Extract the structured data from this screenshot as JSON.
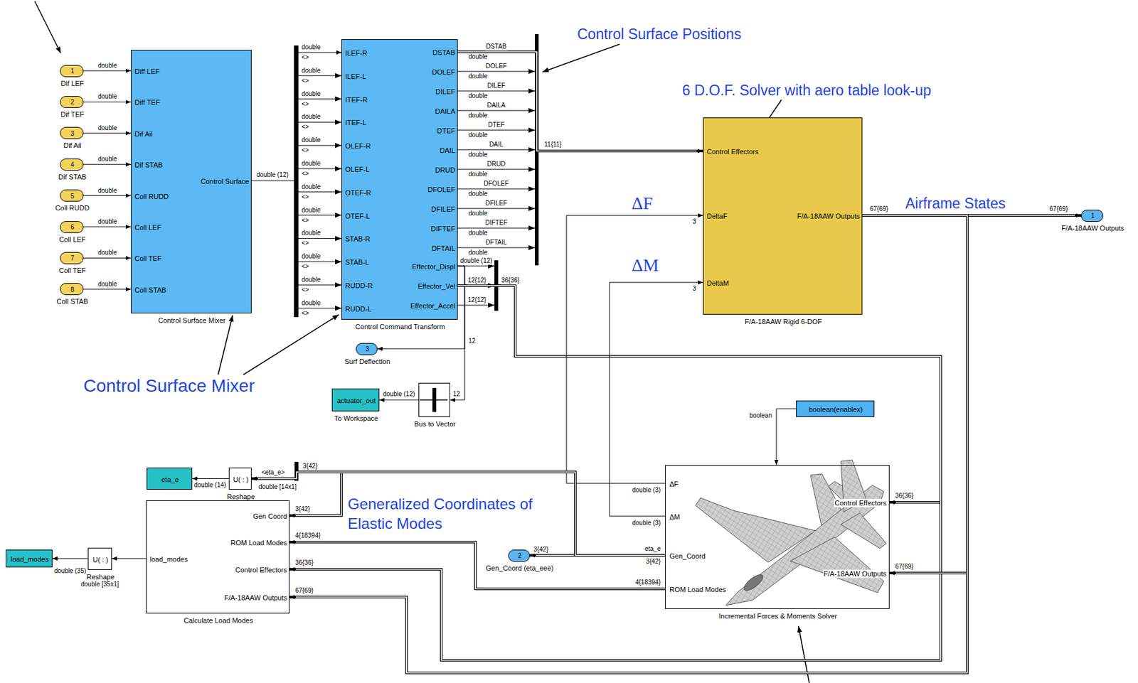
{
  "diagram": {
    "nodes": [
      {
        "text": [
          "1",
          "Dif LEF"
        ]
      },
      {
        "text": [
          "2",
          "Dif TEF"
        ]
      },
      {
        "text": [
          "3",
          "Dif Ail"
        ]
      },
      {
        "text": [
          "4",
          "Dif STAB"
        ]
      },
      {
        "text": [
          "5",
          "Coll RUDD"
        ]
      },
      {
        "text": [
          "6",
          "Coll LEF"
        ]
      },
      {
        "text": [
          "7",
          "Coll TEF"
        ]
      },
      {
        "text": [
          "8",
          "Coll STAB"
        ]
      },
      {
        "text": [
          "Diff LEF",
          "Diff TEF",
          "Dif Ail",
          "Dif STAB",
          "Coll RUDD",
          "Coll LEF",
          "Coll TEF",
          "Coll STAB",
          "Control Surface",
          "Control Surface Mixer"
        ]
      },
      {
        "text": [
          "ILEF-R",
          "ILEF-L",
          "ITEF-R",
          "ITEF-L",
          "OLEF-R",
          "OLEF-L",
          "OTEF-R",
          "OTEF-L",
          "STAB-R",
          "STAB-L",
          "RUDD-R",
          "RUDD-L",
          "DSTAB",
          "DOLEF",
          "DILEF",
          "DAILA",
          "DTEF",
          "DAIL",
          "DRUD",
          "DFOLEF",
          "DFILEF",
          "DIFTEF",
          "DFTAIL",
          "Effector_Displ",
          "Effector_Vel",
          "Effector_Accel",
          "Control Command Transform"
        ]
      },
      {
        "text": [
          "Control Effectors",
          "DeltaF",
          "DeltaM",
          "F/A-18AAW Outputs",
          "F/A-18AAW Rigid 6-DOF"
        ]
      },
      {
        "text": [
          "1",
          "F/A-18AAW Outputs"
        ]
      },
      {
        "text": [
          "3",
          "Surf Deflection"
        ]
      },
      {
        "text": [
          "actuator_out",
          "To Workspace"
        ]
      },
      {
        "text": [
          "Bus to Vector"
        ]
      },
      {
        "text": [
          "boolean(enablex)"
        ]
      },
      {
        "text": [
          "eta_e"
        ]
      },
      {
        "text": [
          "U( : )",
          "Reshape"
        ]
      },
      {
        "text": [
          "load_modes",
          "Gen Coord",
          "ROM Load Modes",
          "Control Effectors",
          "F/A-18AAW Outputs",
          "Calculate Load Modes"
        ]
      },
      {
        "text": [
          "ΔF",
          "ΔM",
          "Gen_Coord",
          "ROM Load Modes",
          "Control Effectors",
          "F/A-18AAW Outputs",
          "Incremental Forces & Moments Solver"
        ]
      },
      {
        "text": [
          "2",
          "Gen_Coord (eta_eee)"
        ]
      },
      {
        "text": [
          "load_modes"
        ]
      },
      {
        "text": [
          "U( : )",
          "Reshape"
        ]
      }
    ],
    "edges": [
      {
        "from": 0,
        "to": 8,
        "arrow": "to",
        "label": "double"
      },
      {
        "from": 1,
        "to": 8,
        "arrow": "to",
        "label": "double"
      },
      {
        "from": 2,
        "to": 8,
        "arrow": "to",
        "label": "double"
      },
      {
        "from": 3,
        "to": 8,
        "arrow": "to",
        "label": "double"
      },
      {
        "from": 4,
        "to": 8,
        "arrow": "to",
        "label": "double"
      },
      {
        "from": 5,
        "to": 8,
        "arrow": "to",
        "label": "double"
      },
      {
        "from": 6,
        "to": 8,
        "arrow": "to",
        "label": "double"
      },
      {
        "from": 7,
        "to": 8,
        "arrow": "to",
        "label": "double"
      },
      {
        "from": 8,
        "to": 9,
        "arrow": "to",
        "label": "double (12)"
      },
      {
        "from": 9,
        "to": 10,
        "arrow": "to",
        "label": "11{11}"
      },
      {
        "from": 10,
        "to": 11,
        "arrow": "to",
        "label": "67{69}"
      },
      {
        "from": 9,
        "to": 12,
        "arrow": "to",
        "label": "12"
      },
      {
        "from": 9,
        "to": 14,
        "arrow": "to",
        "label": "12"
      },
      {
        "from": 14,
        "to": 13,
        "arrow": "to",
        "label": "double (12)"
      },
      {
        "from": 9,
        "to": 19,
        "arrow": "to",
        "label": "36{36}"
      },
      {
        "from": 9,
        "to": 18,
        "arrow": "to",
        "label": "36{36}"
      },
      {
        "from": 10,
        "to": 19,
        "arrow": "to",
        "label": "67{69}"
      },
      {
        "from": 10,
        "to": 18,
        "arrow": "to",
        "label": "67{69}"
      },
      {
        "from": 19,
        "to": 10,
        "arrow": "to",
        "label": "double (3)"
      },
      {
        "from": 19,
        "to": 10,
        "arrow": "to",
        "label": "double (3)"
      },
      {
        "from": 15,
        "to": 19,
        "arrow": "to",
        "label": "boolean"
      },
      {
        "from": 19,
        "to": 18,
        "arrow": "to",
        "label": "4{18394}"
      },
      {
        "from": 19,
        "to": 18,
        "arrow": "to",
        "label": "3{42}"
      },
      {
        "from": 19,
        "to": 20,
        "arrow": "to",
        "label": "3{42}"
      },
      {
        "from": 19,
        "to": 17,
        "arrow": "to",
        "label": "<eta_e>"
      },
      {
        "from": 17,
        "to": 16,
        "arrow": "to",
        "label": "double (14)"
      },
      {
        "from": 18,
        "to": 22,
        "arrow": "to",
        "label": "double [35x1]"
      },
      {
        "from": 22,
        "to": 21,
        "arrow": "to",
        "label": "double (35)"
      }
    ],
    "labels": [
      "Control Surface Positions",
      "6 D.O.F. Solver with aero table look-up",
      "ΔF",
      "ΔM",
      "Airframe States",
      "Control Surface Mixer",
      "Generalized Coordinates of Elastic Modes",
      "double",
      "double",
      "double",
      "double",
      "double",
      "double",
      "double",
      "double",
      "double",
      "double",
      "double",
      "double",
      "<>",
      "<>",
      "<>",
      "<>",
      "<>",
      "<>",
      "<>",
      "<>",
      "<>",
      "<>",
      "<>",
      "<>",
      "DSTAB",
      "DOLEF",
      "DILEF",
      "DAILA",
      "DTEF",
      "DAIL",
      "DRUD",
      "DFOLEF",
      "DFILEF",
      "DIFTEF",
      "DFTAIL",
      "double",
      "double",
      "double",
      "double",
      "double",
      "double",
      "double",
      "double",
      "double",
      "double",
      "double",
      "double (12)",
      "12{12}",
      "12{12}",
      "36{36}",
      "3",
      "3",
      "67{69}",
      "4{18394}",
      "eta_e",
      "3{42}",
      "3{42}",
      "double [14x1]"
    ]
  }
}
